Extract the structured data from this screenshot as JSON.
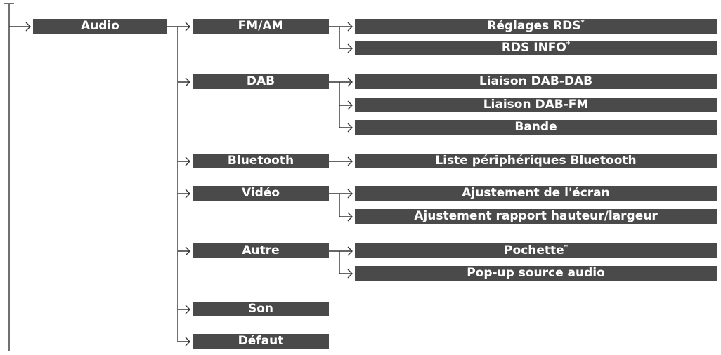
{
  "diagram": {
    "root": {
      "label": "Audio"
    },
    "categories": [
      {
        "label": "FM/AM",
        "items": [
          {
            "label": "Réglages RDS",
            "mark": "*"
          },
          {
            "label": "RDS INFO",
            "mark": "*"
          }
        ]
      },
      {
        "label": "DAB",
        "items": [
          {
            "label": "Liaison DAB-DAB",
            "mark": ""
          },
          {
            "label": "Liaison DAB-FM",
            "mark": ""
          },
          {
            "label": "Bande",
            "mark": ""
          }
        ]
      },
      {
        "label": "Bluetooth",
        "items": [
          {
            "label": "Liste périphériques Bluetooth",
            "mark": ""
          }
        ]
      },
      {
        "label": "Vidéo",
        "items": [
          {
            "label": "Ajustement de l'écran",
            "mark": ""
          },
          {
            "label": "Ajustement rapport hauteur/largeur",
            "mark": ""
          }
        ]
      },
      {
        "label": "Autre",
        "items": [
          {
            "label": "Pochette",
            "mark": "*"
          },
          {
            "label": "Pop-up source audio",
            "mark": ""
          }
        ]
      },
      {
        "label": "Son",
        "items": []
      },
      {
        "label": "Défaut",
        "items": []
      }
    ],
    "colors": {
      "box": "#4a4a4a",
      "text": "#ffffff",
      "line": "#333333"
    }
  }
}
